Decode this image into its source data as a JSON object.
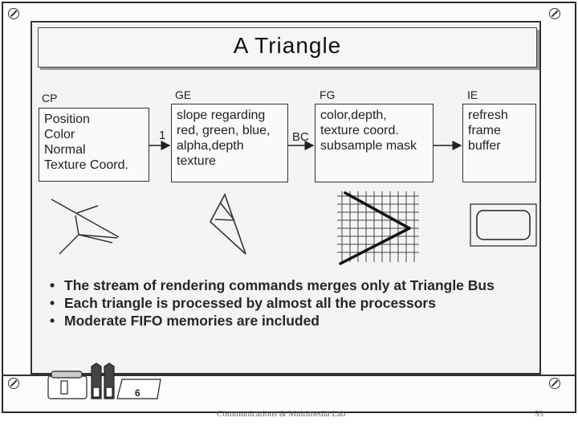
{
  "slide": {
    "title": "A Triangle",
    "stages": [
      {
        "label": "CP",
        "text": "Position\nColor\nNormal\nTexture Coord."
      },
      {
        "label": "GE",
        "text": "slope regarding\nred, green, blue,\nalpha,depth\ntexture"
      },
      {
        "label": "FG",
        "text": "color,depth,\ntexture coord.\nsubsample mask"
      },
      {
        "label": "IE",
        "text": "refresh\nframe\nbuffer"
      }
    ],
    "bus_labels": [
      "1",
      "BC"
    ],
    "bullets": [
      "The stream of rendering commands merges only at Triangle Bus",
      "Each triangle is processed by almost all the processors",
      "Moderate FIFO memories are included"
    ],
    "tray_number": "6"
  },
  "footer": {
    "text": "Communications & Multimedia Lab",
    "page_number": "53"
  }
}
